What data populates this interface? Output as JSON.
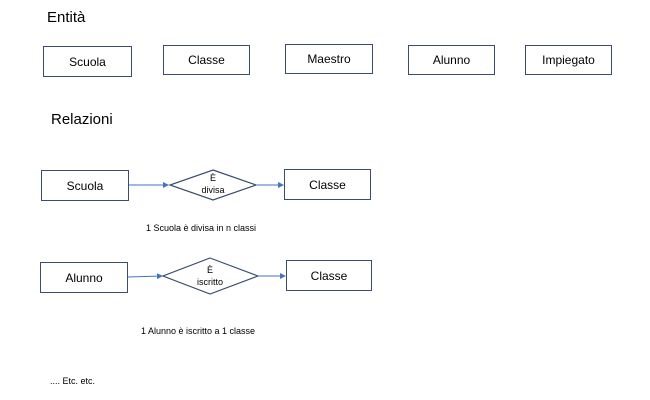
{
  "headings": {
    "entities": "Entità",
    "relations": "Relazioni"
  },
  "entities": [
    "Scuola",
    "Classe",
    "Maestro",
    "Alunno",
    "Impiegato"
  ],
  "relations": [
    {
      "left": "Scuola",
      "verb_line1": "È",
      "verb_line2": "divisa",
      "right": "Classe",
      "note": "1 Scuola è divisa in n classi"
    },
    {
      "left": "Alunno",
      "verb_line1": "È",
      "verb_line2": "iscritto",
      "right": "Classe",
      "note": "1 Alunno è iscritto a 1 classe"
    }
  ],
  "footer": ".... Etc. etc.",
  "colors": {
    "box_border": "#3a4d6b",
    "arrow": "#4472c4"
  }
}
